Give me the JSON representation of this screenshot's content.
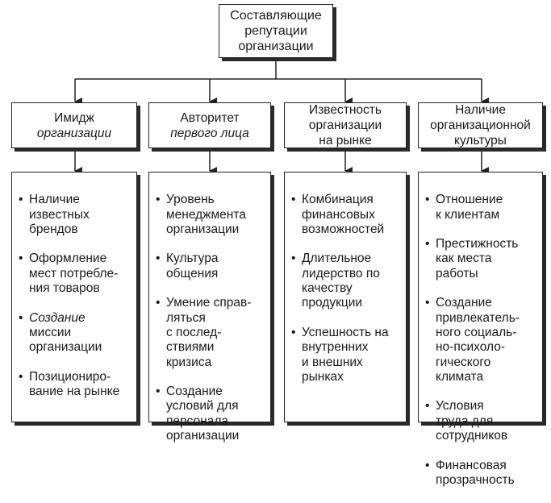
{
  "root": {
    "title": "Составляющие\nрепутации\nорганизации"
  },
  "categories": [
    {
      "line1": "Имидж",
      "line2": "организации",
      "line2_italic": true,
      "items": [
        {
          "text": "Наличие\nизвестных\nбрендов"
        },
        {
          "text": "Оформление\nмест потребле-\nния товаров"
        },
        {
          "text_italic": "Создание",
          "text": "\nмиссии\nорганизации"
        },
        {
          "text": "Позициониро-\nвание на рынке"
        }
      ]
    },
    {
      "line1": "Авторитет",
      "line2": "первого лица",
      "line2_italic": true,
      "items": [
        {
          "text": "Уровень\nменеджмента\nорганизации"
        },
        {
          "text": "Культура\nобщения"
        },
        {
          "text": "Умение справ-\nляться\nс послед-\nствиями\nкризиса"
        },
        {
          "text": "Создание\nусловий для\nперсонала\nорганизации"
        }
      ]
    },
    {
      "line1": "Известность\nорганизации\nна рынке",
      "line2": "",
      "line2_italic": false,
      "items": [
        {
          "text": "Комбинация\nфинансовых\nвозможностей"
        },
        {
          "text": "Длительное\nлидерство по\nкачеству\nпродукции"
        },
        {
          "text": "Успешность на\nвнутренних\nи внешних\nрынках"
        }
      ]
    },
    {
      "line1": "Наличие\nорганизационной\nкультуры",
      "line2": "",
      "line2_italic": false,
      "items": [
        {
          "text": "Отношение\nк клиентам"
        },
        {
          "text": "Престижность\nкак места\nработы"
        },
        {
          "text": "Создание\nпривлекатель-\nного социаль-\nно-психоло-\nгического\nклимата"
        },
        {
          "text": "Условия\nтруда для\nсотрудников"
        },
        {
          "text": "Финансовая\nпрозрачность"
        }
      ]
    }
  ]
}
